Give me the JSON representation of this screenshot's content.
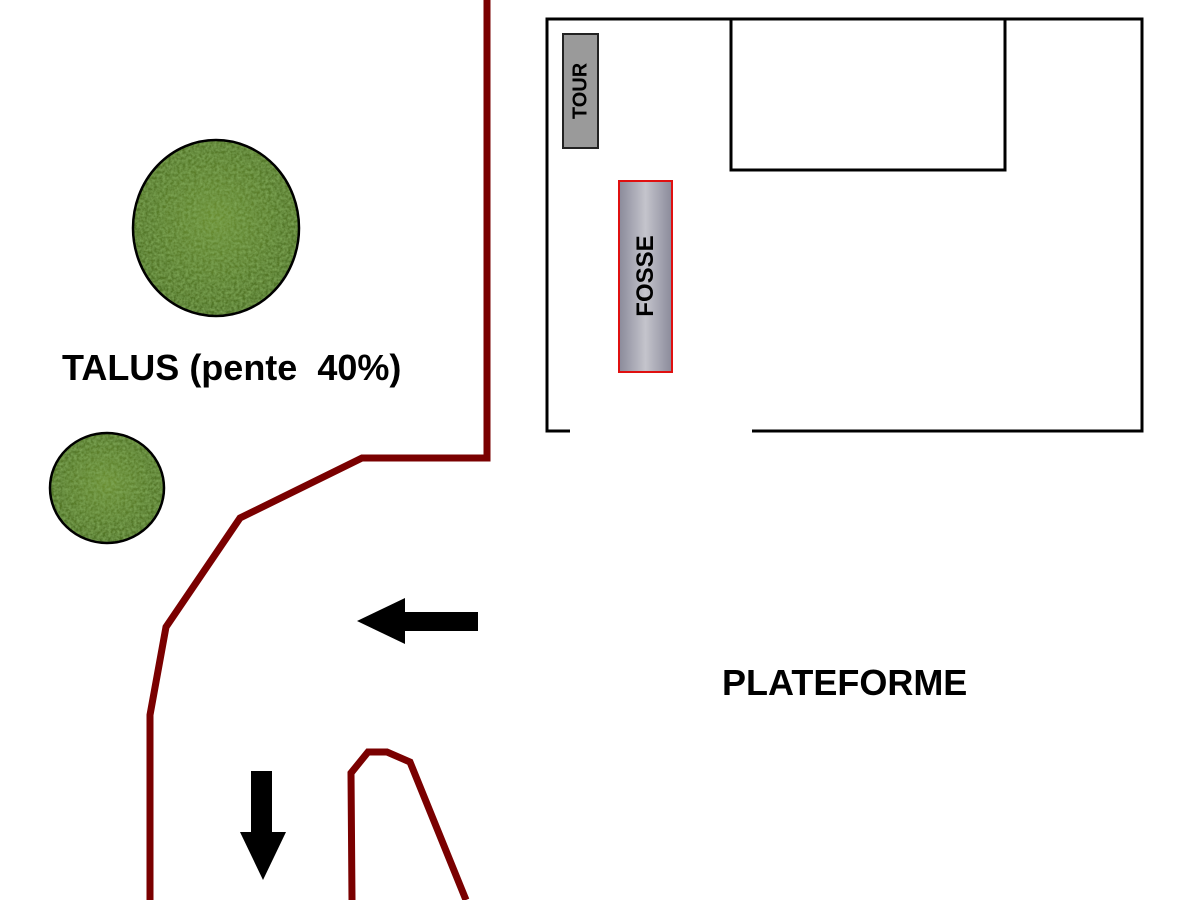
{
  "labels": {
    "talus": "TALUS (pente  40%)",
    "plateforme": "PLATEFORME",
    "tour": "TOUR",
    "fosse": "FOSSE"
  },
  "colors": {
    "boundary": "#7a0000",
    "building_outline": "#000000",
    "tour_fill": "#9a9a9a",
    "fosse_border": "#e01010",
    "grass_base": "#4f7a2a",
    "arrow": "#000000"
  },
  "icons": {
    "trees": "grass-circle",
    "arrows": [
      "arrow-left-icon",
      "arrow-down-icon"
    ]
  }
}
